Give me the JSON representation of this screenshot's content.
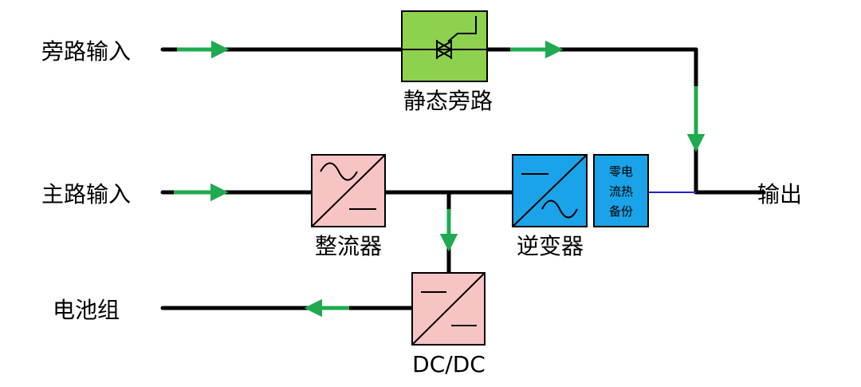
{
  "labels": {
    "bypass_input": "旁路输入",
    "main_input": "主路输入",
    "battery": "电池组",
    "output": "输出",
    "static_bypass": "静态旁路",
    "rectifier": "整流器",
    "inverter": "逆变器",
    "dcdc": "DC/DC",
    "zero_backup_line1": "零电",
    "zero_backup_line2": "流热",
    "zero_backup_line3": "备份"
  },
  "colors": {
    "line": "#000000",
    "arrow": "#1faa4f",
    "static_bypass_fill": "#8dd14f",
    "converter_pink": "#f7c4c4",
    "inverter_blue": "#1aa3e8",
    "thin_link": "#2222cc"
  },
  "icons": {
    "static_bypass": "thyristor-icon",
    "rectifier": "ac-to-dc-icon",
    "inverter": "dc-to-ac-icon",
    "dcdc": "dc-to-dc-icon"
  }
}
